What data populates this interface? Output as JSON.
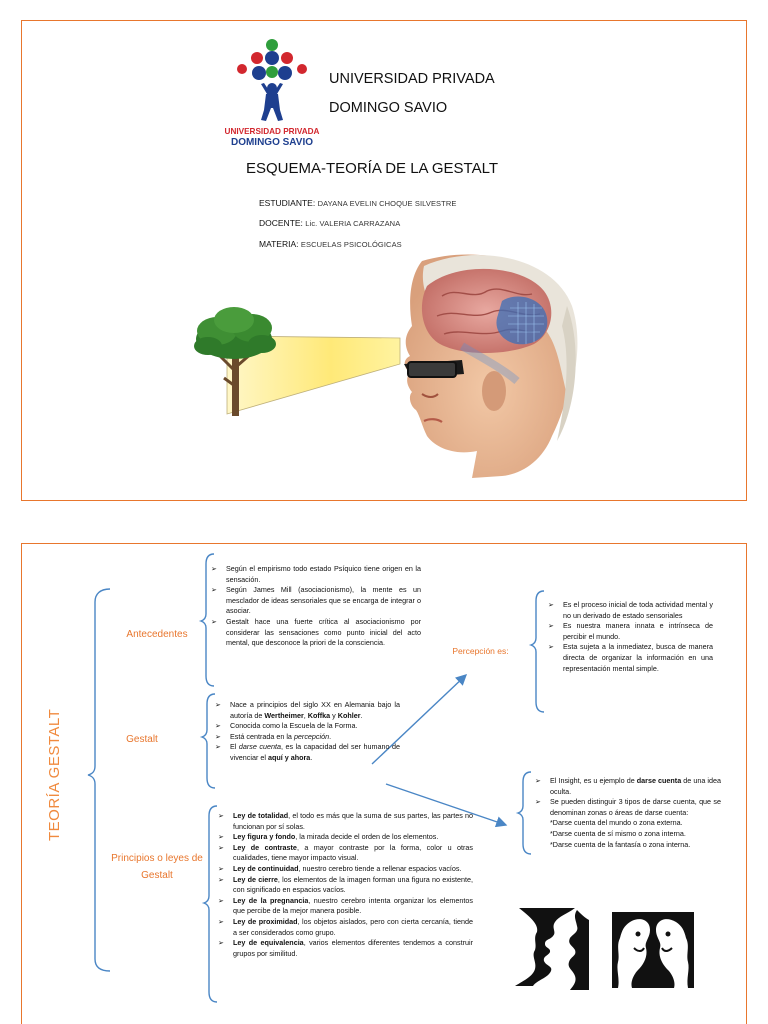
{
  "cover": {
    "university_line1": "UNIVERSIDAD PRIVADA",
    "university_line2": "DOMINGO SAVIO",
    "logo_text_line1": "UNIVERSIDAD PRIVADA",
    "logo_text_line2": "DOMINGO SAVIO",
    "title": "ESQUEMA-TEORÍA DE LA GESTALT",
    "fields": [
      {
        "label": "ESTUDIANTE:",
        "value": "DAYANA EVELIN CHOQUE SILVESTRE"
      },
      {
        "label": "DOCENTE:",
        "value": "Lic. VALERIA CARRAZANA"
      },
      {
        "label": "MATERIA:",
        "value": "ESCUELAS PSICOLÓGICAS"
      }
    ]
  },
  "scheme": {
    "vertical_title": "TEORÍA GESTALT",
    "categories": {
      "antecedentes": "Antecedentes",
      "gestalt": "Gestalt",
      "principios": "Principios o leyes de Gestalt",
      "percepcion": "Percepción es:"
    },
    "antecedentes": [
      "Según el empirismo todo estado Psíquico tiene origen en la sensación.",
      "Según James Mill (asociacionismo), la mente es un mesclador de ideas sensoriales que se encarga de integrar o asociar.",
      "Gestalt hace una fuerte crítica al asociacionismo por considerar las sensaciones como punto inicial del acto mental, que desconoce la priori de la consciencia."
    ],
    "gestalt": {
      "item1_pre": "Nace a principios del siglo XX en Alemania bajo la autoría de ",
      "item1_b1": "Wertheimer",
      "item1_sep1": ", ",
      "item1_b2": "Koffka",
      "item1_sep2": " y ",
      "item1_b3": "Kohler",
      "item1_end": ".",
      "item2": "Conocida como la Escuela de la Forma.",
      "item3_pre": "Está centrada en la ",
      "item3_i": "percepción",
      "item3_end": ".",
      "item4_pre": "El ",
      "item4_i": "darse cuenta",
      "item4_mid": ", es la capacidad del ser humano de vivenciar el ",
      "item4_b": "aquí y ahora",
      "item4_end": "."
    },
    "principios": [
      {
        "name": "Ley de totalidad",
        "text": ", el todo es más que la suma de sus partes, las partes no funcionan por sí solas."
      },
      {
        "name": "Ley figura y fondo",
        "text": ", la mirada decide el orden de los elementos."
      },
      {
        "name": "Ley de contraste",
        "text": ", a mayor contraste por la forma, color u otras cualidades, tiene mayor impacto visual."
      },
      {
        "name": "Ley de continuidad",
        "text": ", nuestro cerebro tiende a rellenar espacios vacíos."
      },
      {
        "name": "Ley de cierre",
        "text": ", los elementos de la imagen forman una figura no existente, con significado en espacios vacíos."
      },
      {
        "name": "Ley de la pregnancia",
        "text": ", nuestro cerebro intenta organizar los elementos que percibe de la mejor manera posible."
      },
      {
        "name": "Ley de proximidad",
        "text": ", los objetos aislados, pero con cierta cercanía, tiende a ser considerados como grupo."
      },
      {
        "name": "Ley de equivalencia",
        "text": ", varios elementos diferentes tendemos a construir grupos por similitud."
      }
    ],
    "percepcion": [
      "Es el proceso inicial de toda actividad mental y no un derivado de estado sensoriales",
      "Es nuestra manera innata e intrínseca de percibir el mundo.",
      "Esta sujeta a la inmediatez, busca de manera directa de organizar la información en una representación mental simple."
    ],
    "insight": {
      "item1_pre": "El Insight, es u ejemplo de ",
      "item1_b": "darse cuenta",
      "item1_end": " de una idea oculta.",
      "item2": "Se pueden distinguir 3 tipos de darse cuenta, que se denominan zonas o áreas de darse cuenta:",
      "zones": [
        "*Darse cuenta del mundo o zona externa.",
        "*Darse cuenta de sí mismo o zona interna.",
        "*Darse cuenta de la fantasía o zona interna."
      ]
    }
  },
  "colors": {
    "border": "#e8762d",
    "category_text": "#e8762d",
    "vertical_title": "#f08a3e",
    "bracket": "#4a86c5",
    "arrow": "#4a86c5"
  }
}
